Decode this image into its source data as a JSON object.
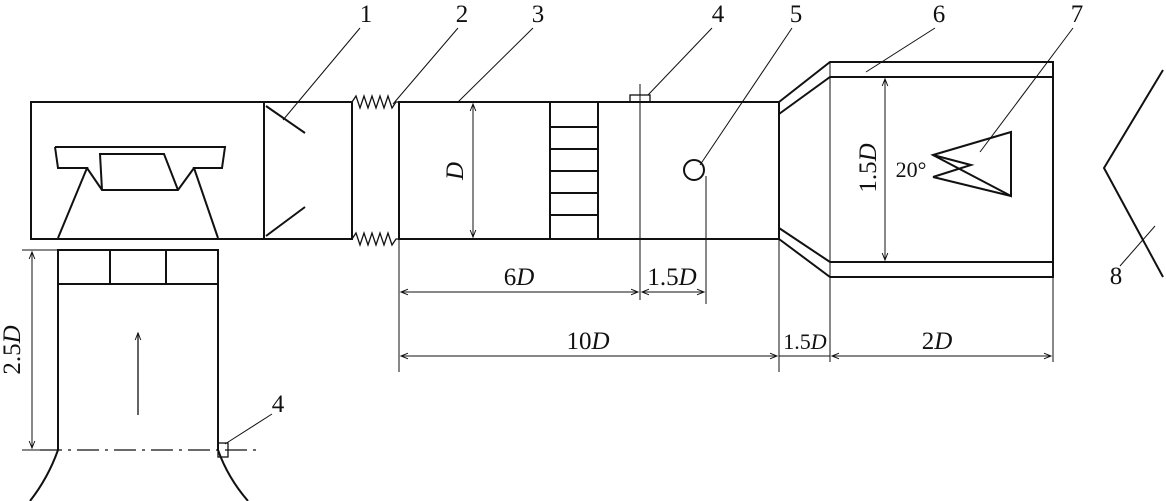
{
  "diagram": {
    "callouts": [
      "1",
      "2",
      "3",
      "4",
      "5",
      "6",
      "7",
      "8",
      "4"
    ],
    "dimensions": {
      "d1": {
        "num": "",
        "sym": "D"
      },
      "d2": {
        "num": "6",
        "sym": "D"
      },
      "d3": {
        "num": "1.5",
        "sym": "D"
      },
      "d4": {
        "num": "10",
        "sym": "D"
      },
      "d5": {
        "num": "1.5",
        "sym": "D"
      },
      "d6": {
        "num": "2",
        "sym": "D"
      },
      "d7": {
        "num": "1.5",
        "sym": "D"
      },
      "d8": {
        "num": "2.5",
        "sym": "D"
      }
    },
    "angle": "20°"
  }
}
